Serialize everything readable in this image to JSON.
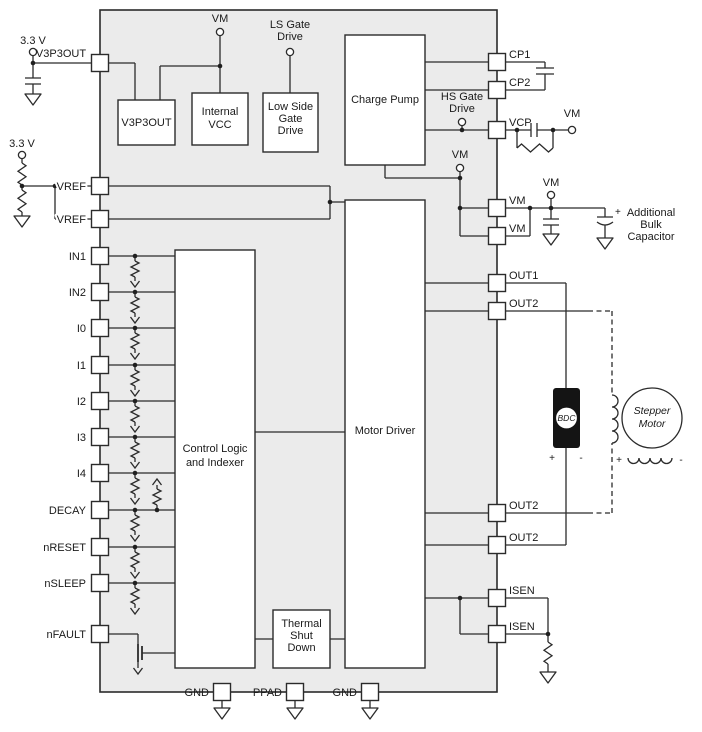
{
  "chip": {
    "blocks": {
      "v3p3out": "V3P3OUT",
      "internal_vcc": [
        "Internal",
        "VCC"
      ],
      "low_side_gate_drive": [
        "Low Side",
        "Gate",
        "Drive"
      ],
      "charge_pump": "Charge Pump",
      "control_logic": [
        "Control Logic",
        "and Indexer"
      ],
      "motor_driver": "Motor Driver",
      "thermal_shutdown": [
        "Thermal",
        "Shut",
        "Down"
      ]
    },
    "pins": {
      "left": [
        "V3P3OUT",
        "VREF",
        "VREF",
        "IN1",
        "IN2",
        "I0",
        "I1",
        "I2",
        "I3",
        "I4",
        "DECAY",
        "nRESET",
        "nSLEEP",
        "nFAULT"
      ],
      "right": [
        "CP1",
        "CP2",
        "VCP",
        "VM",
        "VM",
        "OUT1",
        "OUT2",
        "OUT2",
        "OUT2",
        "ISEN",
        "ISEN"
      ],
      "bottom": [
        "GND",
        "PPAD",
        "GND"
      ]
    }
  },
  "nets": {
    "v33_top": "3.3 V",
    "v33_vref": "3.3 V",
    "vm_top": "VM",
    "ls_gate_drive": [
      "LS Gate",
      "Drive"
    ],
    "hs_gate_drive": [
      "HS Gate",
      "Drive"
    ],
    "vm_vcp": "VM",
    "vm_rail": "VM",
    "vm_ext": "VM"
  },
  "external": {
    "bulk_capacitor_note": [
      "Additional",
      "Bulk",
      "Capacitor"
    ],
    "bulk_plus": "+",
    "bdc_label": "BDC",
    "bdc_plus": "+",
    "bdc_minus": "-",
    "stepper_label": [
      "Stepper",
      "Motor"
    ],
    "stepper_plus": "+",
    "stepper_minus": "-"
  }
}
